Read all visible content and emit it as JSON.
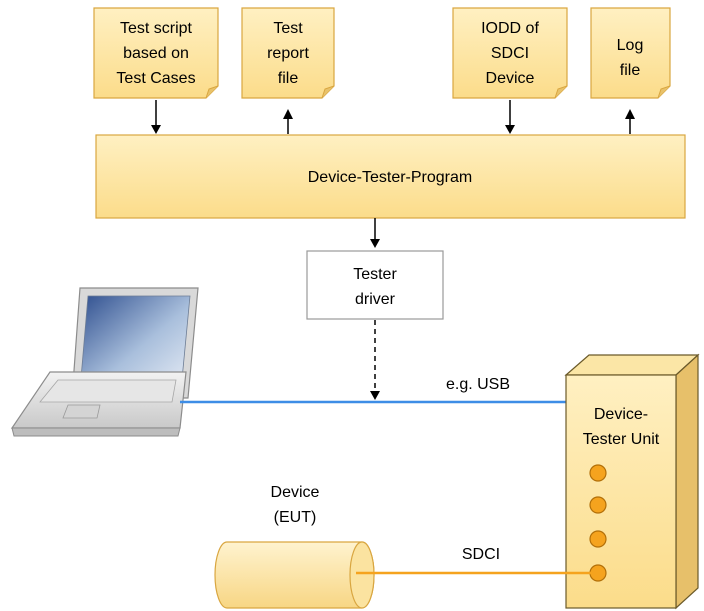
{
  "documents": [
    {
      "lines": [
        "Test script",
        "based on",
        "Test Cases"
      ]
    },
    {
      "lines": [
        "Test",
        "report",
        "file"
      ]
    },
    {
      "lines": [
        "IODD of",
        "SDCI",
        "Device"
      ]
    },
    {
      "lines": [
        "Log",
        "file"
      ]
    }
  ],
  "program": {
    "label": "Device-Tester-Program"
  },
  "driver": {
    "lines": [
      "Tester",
      "driver"
    ]
  },
  "usb_label": "e.g. USB",
  "tester_unit": {
    "lines": [
      "Device-",
      "Tester Unit"
    ]
  },
  "device": {
    "lines": [
      "Device",
      "(EUT)"
    ]
  },
  "sdci_label": "SDCI",
  "colors": {
    "box_fill": "#fde6a0",
    "box_stroke": "#d9a640",
    "usb_line": "#3d8de6",
    "sdci_line": "#f5a31e",
    "port_fill": "#f5a31e"
  }
}
